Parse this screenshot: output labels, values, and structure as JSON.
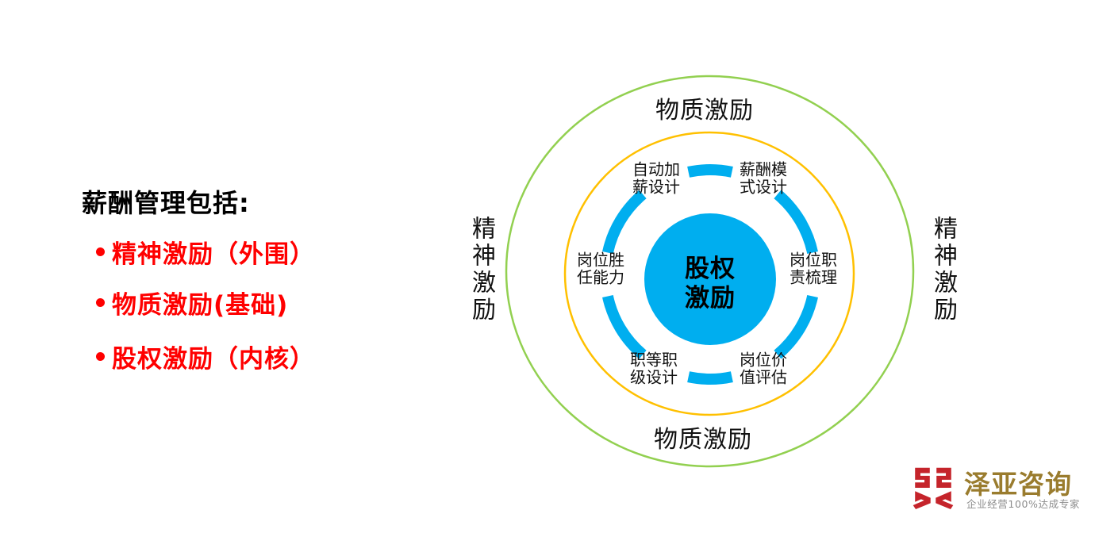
{
  "slide": {
    "background_color": "#ffffff"
  },
  "left_panel": {
    "title": "薪酬管理包括:",
    "bullet_color": "#ff0000",
    "bullets": [
      {
        "label": "精神激励（外围）"
      },
      {
        "label": "物质激励(基础)"
      },
      {
        "label": "股权激励（内核）"
      }
    ]
  },
  "diagram": {
    "outer_ring": {
      "color": "#92d050",
      "label_top": "物质激励",
      "label_bottom": "物质激励"
    },
    "middle_ring": {
      "color": "#ffc000"
    },
    "side_labels": {
      "left": "精神激励",
      "right": "精神激励"
    },
    "inner_ring": {
      "color": "#00aeef",
      "items": [
        {
          "label": "自动加\n薪设计",
          "position": "top-left"
        },
        {
          "label": "薪酬模\n式设计",
          "position": "top-right"
        },
        {
          "label": "岗位胜\n任能力",
          "position": "left"
        },
        {
          "label": "岗位职\n责梳理",
          "position": "right"
        },
        {
          "label": "职等职\n级设计",
          "position": "bottom-left"
        },
        {
          "label": "岗位价\n值评估",
          "position": "bottom-right"
        }
      ]
    },
    "center": {
      "label": "股权\n激励",
      "fill_color": "#00aeef",
      "text_color": "#000000"
    }
  },
  "logo": {
    "mark_icon": "zeya-double-phoenix-mark",
    "mark_color": "#c5242b",
    "wordmark": "泽亚咨询",
    "wordmark_color": "#9a7c2e",
    "tagline": "企业经营100%达成专家",
    "tagline_color": "#8c8c8c"
  }
}
